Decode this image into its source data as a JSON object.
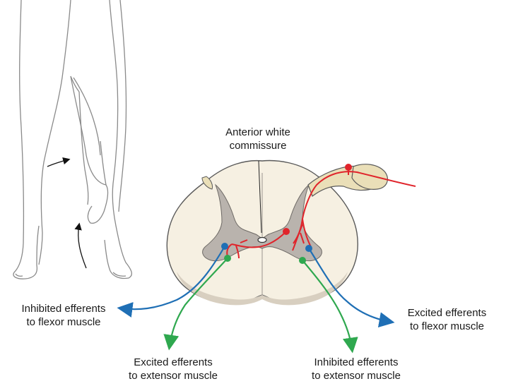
{
  "labels": {
    "commissure": {
      "line1": "Anterior white",
      "line2": "commissure"
    },
    "inhibited_flexor": {
      "line1": "Inhibited efferents",
      "line2": "to flexor muscle"
    },
    "excited_extensor": {
      "line1": "Excited efferents",
      "line2": "to extensor muscle"
    },
    "inhibited_extensor": {
      "line1": "Inhibited efferents",
      "line2": "to extensor muscle"
    },
    "excited_flexor": {
      "line1": "Excited efferents",
      "line2": "to flexor muscle"
    }
  },
  "colors": {
    "afferent": "#e0242b",
    "flexor_efferent": "#1f6fb5",
    "extensor_efferent": "#2fa84f",
    "grey_matter": "#b9b3ad",
    "white_matter": "#f6f0e2",
    "outline": "#5a5a5a"
  }
}
